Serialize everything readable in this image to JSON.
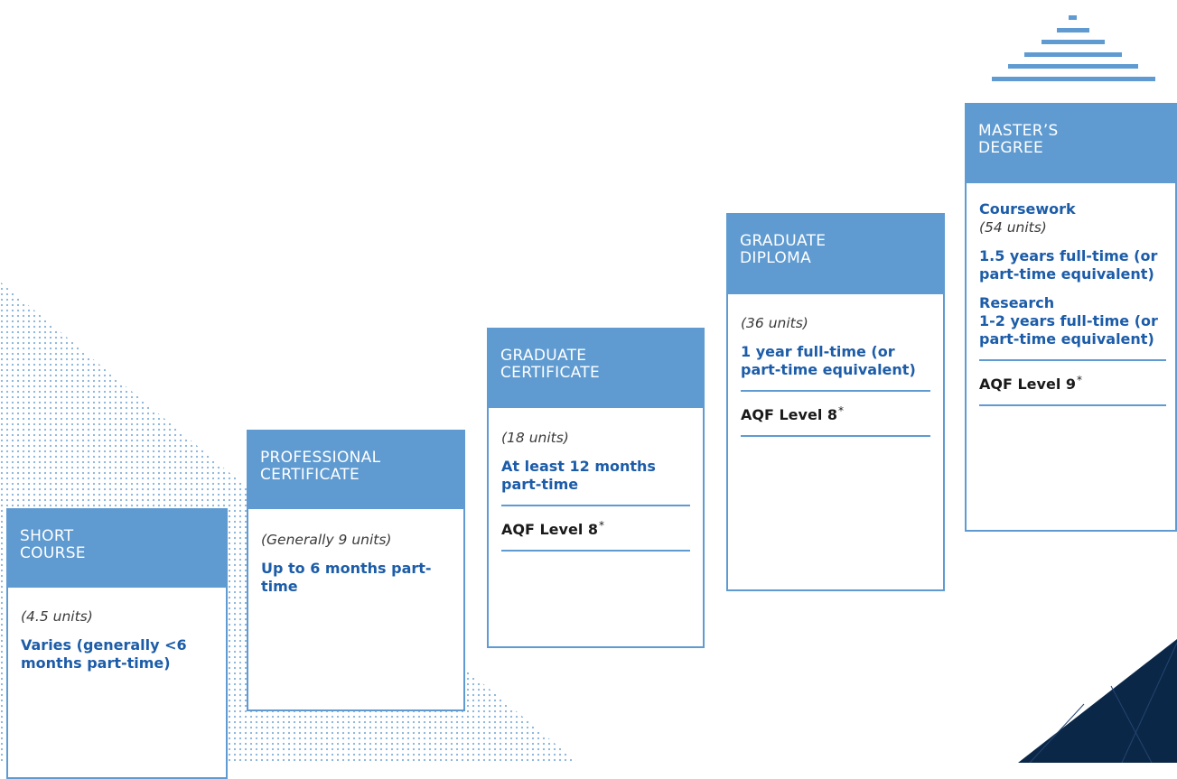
{
  "steps": {
    "short_course": {
      "title": "SHORT\nCOURSE",
      "units": "(4.5 units)",
      "duration": "Varies (generally <6 months part-time)"
    },
    "professional_certificate": {
      "title": "PROFESSIONAL\nCERTIFICATE",
      "units": "(Generally 9 units)",
      "duration": "Up to 6 months part-time"
    },
    "graduate_certificate": {
      "title": "GRADUATE\nCERTIFICATE",
      "units": "(18 units)",
      "duration": "At least 12 months part-time",
      "aqf": "AQF Level 8",
      "aqf_mark": "*"
    },
    "graduate_diploma": {
      "title": "GRADUATE\nDIPLOMA",
      "units": "(36 units)",
      "duration": "1 year full-time (or part-time equivalent)",
      "aqf": "AQF Level 8",
      "aqf_mark": "*"
    },
    "masters_degree": {
      "title": "MASTER’S\nDEGREE",
      "coursework_label": "Coursework",
      "coursework_units": "(54 units)",
      "coursework_duration": "1.5 years full-time (or part-time equivalent)",
      "research_label": "Research",
      "research_duration": "1-2 years full-time (or part-time equivalent)",
      "aqf": "AQF Level 9",
      "aqf_mark": "*"
    }
  },
  "icons": [
    "stair-pyramid-icon"
  ],
  "colors": {
    "accent": "#5f9bd1",
    "text_blue": "#1c5ca8",
    "dark_navy": "#0b2748"
  }
}
